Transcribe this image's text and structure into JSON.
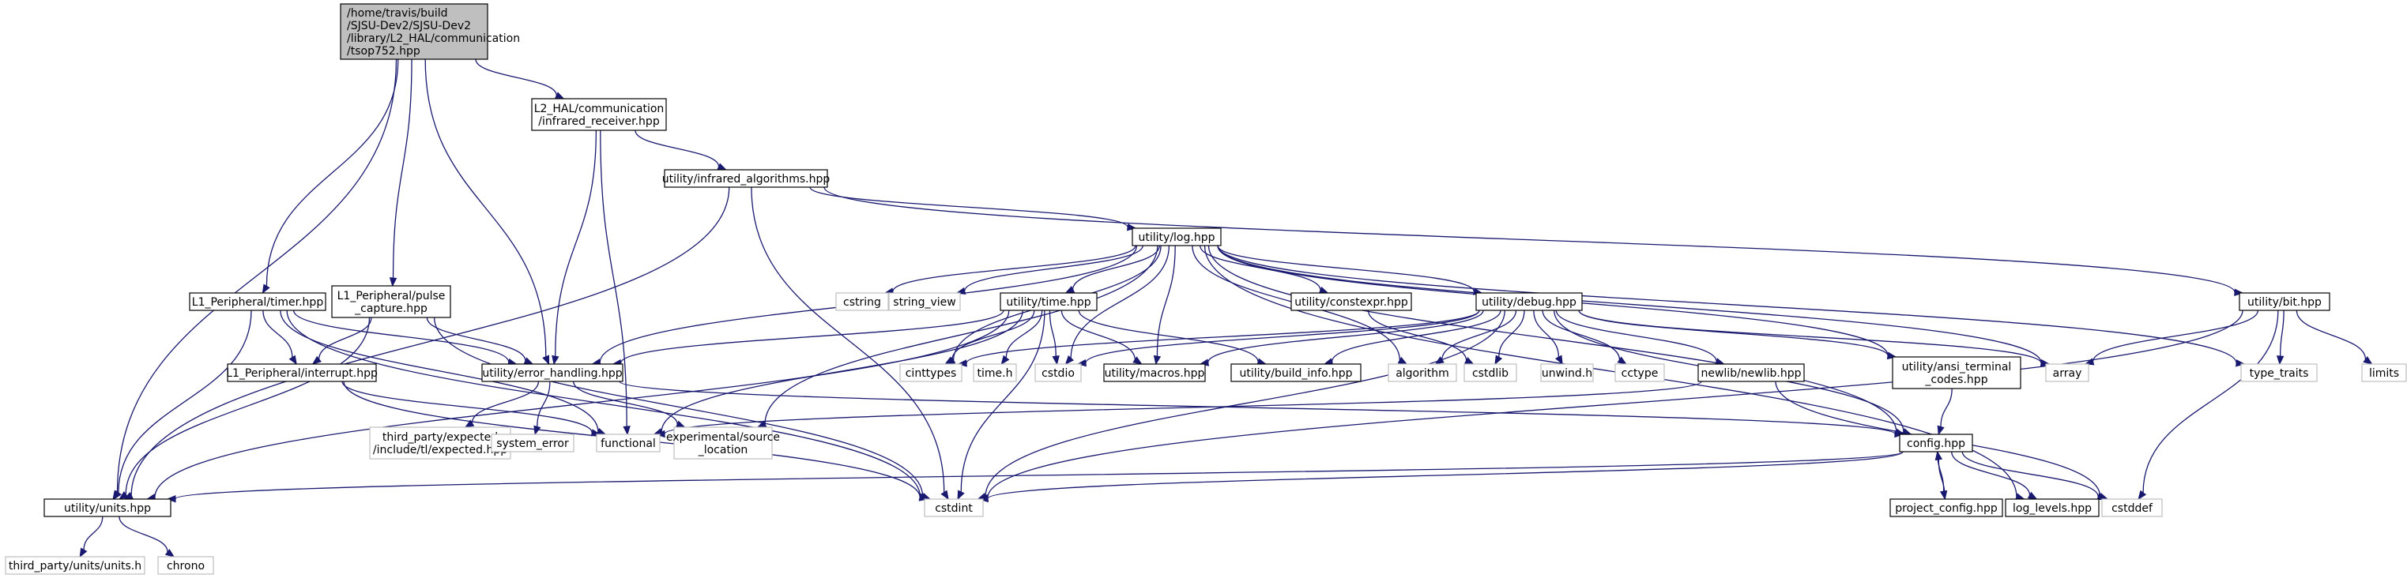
{
  "graph": {
    "nodes": [
      {
        "id": "root",
        "lines": [
          "/home/travis/build",
          "/SJSU-Dev2/SJSU-Dev2",
          "/library/L2_HAL/communication",
          "/tsop752.hpp"
        ],
        "kind": "root"
      },
      {
        "id": "ir_recv",
        "lines": [
          "L2_HAL/communication",
          "/infrared_receiver.hpp"
        ],
        "kind": "local"
      },
      {
        "id": "ir_algo",
        "lines": [
          "utility/infrared_algorithms.hpp"
        ],
        "kind": "local"
      },
      {
        "id": "log",
        "lines": [
          "utility/log.hpp"
        ],
        "kind": "local"
      },
      {
        "id": "timer",
        "lines": [
          "L1_Peripheral/timer.hpp"
        ],
        "kind": "local"
      },
      {
        "id": "pulse",
        "lines": [
          "L1_Peripheral/pulse",
          "_capture.hpp"
        ],
        "kind": "local"
      },
      {
        "id": "interrupt",
        "lines": [
          "L1_Peripheral/interrupt.hpp"
        ],
        "kind": "local"
      },
      {
        "id": "err",
        "lines": [
          "utility/error_handling.hpp"
        ],
        "kind": "local"
      },
      {
        "id": "units",
        "lines": [
          "utility/units.hpp"
        ],
        "kind": "local"
      },
      {
        "id": "third_units",
        "lines": [
          "third_party/units/units.h"
        ],
        "kind": "sys"
      },
      {
        "id": "chrono",
        "lines": [
          "chrono"
        ],
        "kind": "sys"
      },
      {
        "id": "expected",
        "lines": [
          "third_party/expected",
          "/include/tl/expected.hpp"
        ],
        "kind": "sys"
      },
      {
        "id": "system_error",
        "lines": [
          "system_error"
        ],
        "kind": "sys"
      },
      {
        "id": "functional",
        "lines": [
          "functional"
        ],
        "kind": "sys"
      },
      {
        "id": "exp_source",
        "lines": [
          "experimental/source",
          "_location"
        ],
        "kind": "sys"
      },
      {
        "id": "cstring",
        "lines": [
          "cstring"
        ],
        "kind": "sys"
      },
      {
        "id": "string_view",
        "lines": [
          "string_view"
        ],
        "kind": "sys"
      },
      {
        "id": "time",
        "lines": [
          "utility/time.hpp"
        ],
        "kind": "local"
      },
      {
        "id": "cinttypes",
        "lines": [
          "cinttypes"
        ],
        "kind": "sys"
      },
      {
        "id": "time_h",
        "lines": [
          "time.h"
        ],
        "kind": "sys"
      },
      {
        "id": "cstdio",
        "lines": [
          "cstdio"
        ],
        "kind": "sys"
      },
      {
        "id": "macros",
        "lines": [
          "utility/macros.hpp"
        ],
        "kind": "local"
      },
      {
        "id": "build_info",
        "lines": [
          "utility/build_info.hpp"
        ],
        "kind": "local"
      },
      {
        "id": "algorithm",
        "lines": [
          "algorithm"
        ],
        "kind": "sys"
      },
      {
        "id": "constexpr",
        "lines": [
          "utility/constexpr.hpp"
        ],
        "kind": "local"
      },
      {
        "id": "cstdlib",
        "lines": [
          "cstdlib"
        ],
        "kind": "sys"
      },
      {
        "id": "debug",
        "lines": [
          "utility/debug.hpp"
        ],
        "kind": "local"
      },
      {
        "id": "unwind",
        "lines": [
          "unwind.h"
        ],
        "kind": "sys"
      },
      {
        "id": "cctype",
        "lines": [
          "cctype"
        ],
        "kind": "sys"
      },
      {
        "id": "newlib",
        "lines": [
          "newlib/newlib.hpp"
        ],
        "kind": "local"
      },
      {
        "id": "ansi",
        "lines": [
          "utility/ansi_terminal",
          "_codes.hpp"
        ],
        "kind": "local"
      },
      {
        "id": "array",
        "lines": [
          "array"
        ],
        "kind": "sys"
      },
      {
        "id": "config",
        "lines": [
          "config.hpp"
        ],
        "kind": "local"
      },
      {
        "id": "project_config",
        "lines": [
          "project_config.hpp"
        ],
        "kind": "local"
      },
      {
        "id": "log_levels",
        "lines": [
          "log_levels.hpp"
        ],
        "kind": "local"
      },
      {
        "id": "cstddef",
        "lines": [
          "cstddef"
        ],
        "kind": "sys"
      },
      {
        "id": "cstdint",
        "lines": [
          "cstdint"
        ],
        "kind": "sys"
      },
      {
        "id": "bit",
        "lines": [
          "utility/bit.hpp"
        ],
        "kind": "local"
      },
      {
        "id": "type_traits",
        "lines": [
          "type_traits"
        ],
        "kind": "sys"
      },
      {
        "id": "limits",
        "lines": [
          "limits"
        ],
        "kind": "sys"
      }
    ],
    "edges": [
      [
        "root",
        "units"
      ],
      [
        "root",
        "timer"
      ],
      [
        "root",
        "pulse"
      ],
      [
        "root",
        "err"
      ],
      [
        "root",
        "ir_recv"
      ],
      [
        "ir_recv",
        "err"
      ],
      [
        "ir_recv",
        "functional"
      ],
      [
        "ir_recv",
        "ir_algo"
      ],
      [
        "ir_algo",
        "units"
      ],
      [
        "ir_algo",
        "cstdint"
      ],
      [
        "ir_algo",
        "log"
      ],
      [
        "ir_algo",
        "bit"
      ],
      [
        "log",
        "err"
      ],
      [
        "log",
        "cstring"
      ],
      [
        "log",
        "string_view"
      ],
      [
        "log",
        "time"
      ],
      [
        "log",
        "cinttypes"
      ],
      [
        "log",
        "cstdio"
      ],
      [
        "log",
        "macros"
      ],
      [
        "log",
        "algorithm"
      ],
      [
        "log",
        "constexpr"
      ],
      [
        "log",
        "debug"
      ],
      [
        "log",
        "ansi"
      ],
      [
        "log",
        "array"
      ],
      [
        "log",
        "config"
      ],
      [
        "log",
        "log_levels"
      ],
      [
        "log",
        "type_traits"
      ],
      [
        "log",
        "exp_source"
      ],
      [
        "timer",
        "units"
      ],
      [
        "timer",
        "interrupt"
      ],
      [
        "timer",
        "err"
      ],
      [
        "timer",
        "functional"
      ],
      [
        "timer",
        "cstdint"
      ],
      [
        "pulse",
        "units"
      ],
      [
        "pulse",
        "interrupt"
      ],
      [
        "pulse",
        "err"
      ],
      [
        "pulse",
        "cstdint"
      ],
      [
        "interrupt",
        "functional"
      ],
      [
        "interrupt",
        "cstdint"
      ],
      [
        "err",
        "expected"
      ],
      [
        "err",
        "system_error"
      ],
      [
        "err",
        "exp_source"
      ],
      [
        "err",
        "config"
      ],
      [
        "time",
        "err"
      ],
      [
        "time",
        "units"
      ],
      [
        "time",
        "cinttypes"
      ],
      [
        "time",
        "time_h"
      ],
      [
        "time",
        "cstdio"
      ],
      [
        "time",
        "macros"
      ],
      [
        "time",
        "build_info"
      ],
      [
        "time",
        "functional"
      ],
      [
        "time",
        "cstdint"
      ],
      [
        "debug",
        "cinttypes"
      ],
      [
        "debug",
        "cstdio"
      ],
      [
        "debug",
        "macros"
      ],
      [
        "debug",
        "build_info"
      ],
      [
        "debug",
        "algorithm"
      ],
      [
        "debug",
        "cstdlib"
      ],
      [
        "debug",
        "unwind"
      ],
      [
        "debug",
        "cctype"
      ],
      [
        "debug",
        "newlib"
      ],
      [
        "debug",
        "ansi"
      ],
      [
        "debug",
        "array"
      ],
      [
        "debug",
        "config"
      ],
      [
        "debug",
        "cstdint"
      ],
      [
        "constexpr",
        "cstdlib"
      ],
      [
        "newlib",
        "functional"
      ],
      [
        "newlib",
        "cstddef"
      ],
      [
        "ansi",
        "config"
      ],
      [
        "config",
        "units"
      ],
      [
        "config",
        "cstdint"
      ],
      [
        "config",
        "project_config"
      ],
      [
        "config",
        "log_levels"
      ],
      [
        "config",
        "cstddef"
      ],
      [
        "project_config",
        "config"
      ],
      [
        "units",
        "third_units"
      ],
      [
        "units",
        "chrono"
      ],
      [
        "bit",
        "array"
      ],
      [
        "bit",
        "type_traits"
      ],
      [
        "bit",
        "limits"
      ],
      [
        "bit",
        "cstddef"
      ],
      [
        "bit",
        "cstdint"
      ]
    ]
  }
}
